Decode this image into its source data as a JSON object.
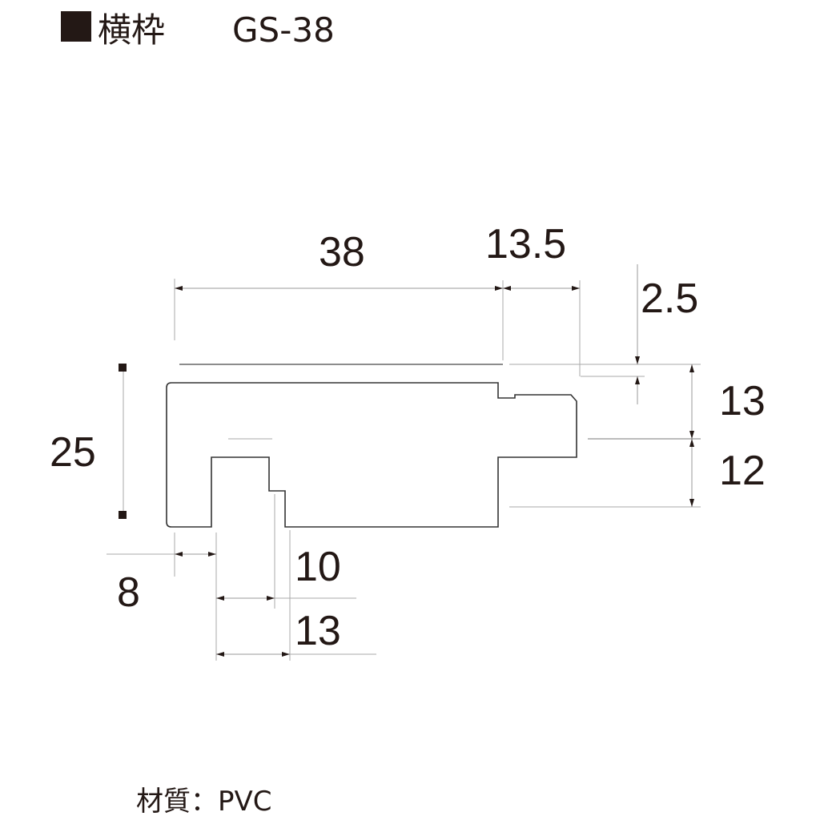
{
  "title": {
    "marker": "■",
    "name": "横枠",
    "model": "GS-38"
  },
  "dimensions": {
    "width_main": "38",
    "width_lip": "13.5",
    "offset_top": "2.5",
    "height_total": "25",
    "height_upper": "13",
    "height_lower": "12",
    "bottom_left": "8",
    "groove_width": "10",
    "groove_depth": "13"
  },
  "material": {
    "label": "材質：PVC"
  },
  "colors": {
    "text": "#231815",
    "outline": "#333333",
    "dimension_line": "#999999"
  }
}
